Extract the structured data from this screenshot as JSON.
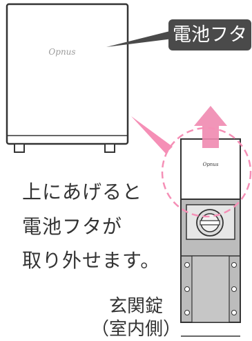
{
  "callout": {
    "label": "電池フタ"
  },
  "brand": {
    "large": "Opnus",
    "small": "Opnus"
  },
  "instruction": {
    "lines": [
      "上にあげると",
      "電池フタが",
      "取り外せます。"
    ]
  },
  "device": {
    "name": "玄関錠",
    "side": "（室内側）"
  },
  "colors": {
    "accent_pink": "#f58fb6",
    "arrow_pink": "#f08ab0",
    "callout_bg": "#4a4a4a",
    "outline": "#333333",
    "lock_body": "#bcbcbc"
  }
}
